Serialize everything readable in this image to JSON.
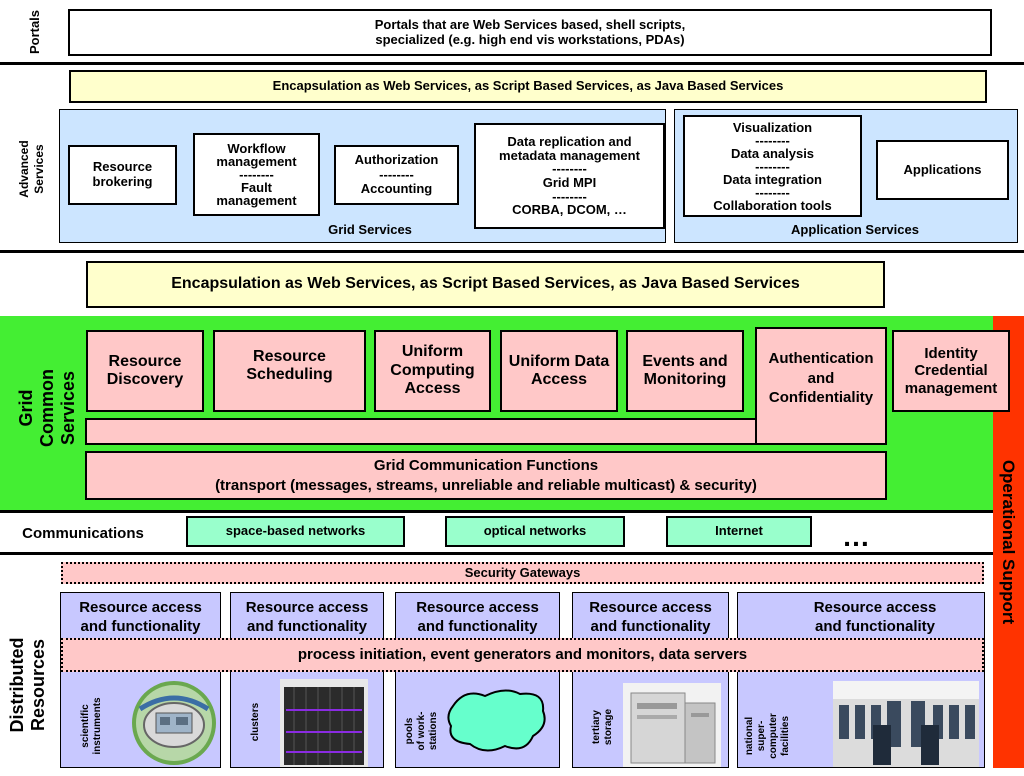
{
  "portals": {
    "side_label": "Portals",
    "text": "Portals that are Web Services based, shell scripts,\nspecialized (e.g. high end vis workstations, PDAs)"
  },
  "advanced": {
    "side_label": "Advanced\nServices",
    "encapsulation": "Encapsulation as Web Services, as Script Based Services, as Java Based Services",
    "grid_services": {
      "label": "Grid Services",
      "items": [
        "Resource\nbrokering",
        "Workflow\nmanagement\n--------\nFault\nmanagement",
        "Authorization\n--------\nAccounting",
        "Data replication and\nmetadata management\n--------\nGrid MPI\n--------\nCORBA, DCOM, …"
      ]
    },
    "application_services": {
      "label": "Application Services",
      "items": [
        "Visualization\n--------\nData analysis\n--------\nData integration\n--------\nCollaboration tools",
        "Applications"
      ]
    }
  },
  "encapsulation2": "Encapsulation as Web Services, as Script Based Services, as Java Based Services",
  "grid_common": {
    "side_label": "Grid Common\nServices",
    "items": [
      "Resource\nDiscovery",
      "Resource\nScheduling",
      "Uniform\nComputing\nAccess",
      "Uniform Data\nAccess",
      "Events  and\nMonitoring",
      "Authentication\nand\nConfidentiality",
      "Identity\nCredential\nmanagement"
    ],
    "comm_functions": "Grid Communication Functions\n(transport (messages, streams, unreliable and reliable multicast) & security)"
  },
  "communications": {
    "label": "Communications",
    "items": [
      "space-based networks",
      "optical networks",
      "Internet"
    ],
    "ellipsis": "…"
  },
  "operational_support": "Operational Support",
  "distributed": {
    "side_label": "Distributed\nResources",
    "security_gateways": "Security Gateways",
    "resource_label": "Resource access\nand functionality",
    "process_bar": "process initiation, event generators and monitors, data servers",
    "resources": [
      "scientific\ninstruments",
      "clusters",
      "pools\nof work-\nstations",
      "tertiary\nstorage",
      "national\nsuper-\ncomputer\nfacilities"
    ]
  },
  "colors": {
    "green": "#44ee33",
    "red": "#ff3300",
    "yellow": "#ffffcc",
    "light_blue": "#cce5ff",
    "pink": "#ffc8c8",
    "teal": "#99ffcc",
    "lavender": "#c8c8ff"
  }
}
